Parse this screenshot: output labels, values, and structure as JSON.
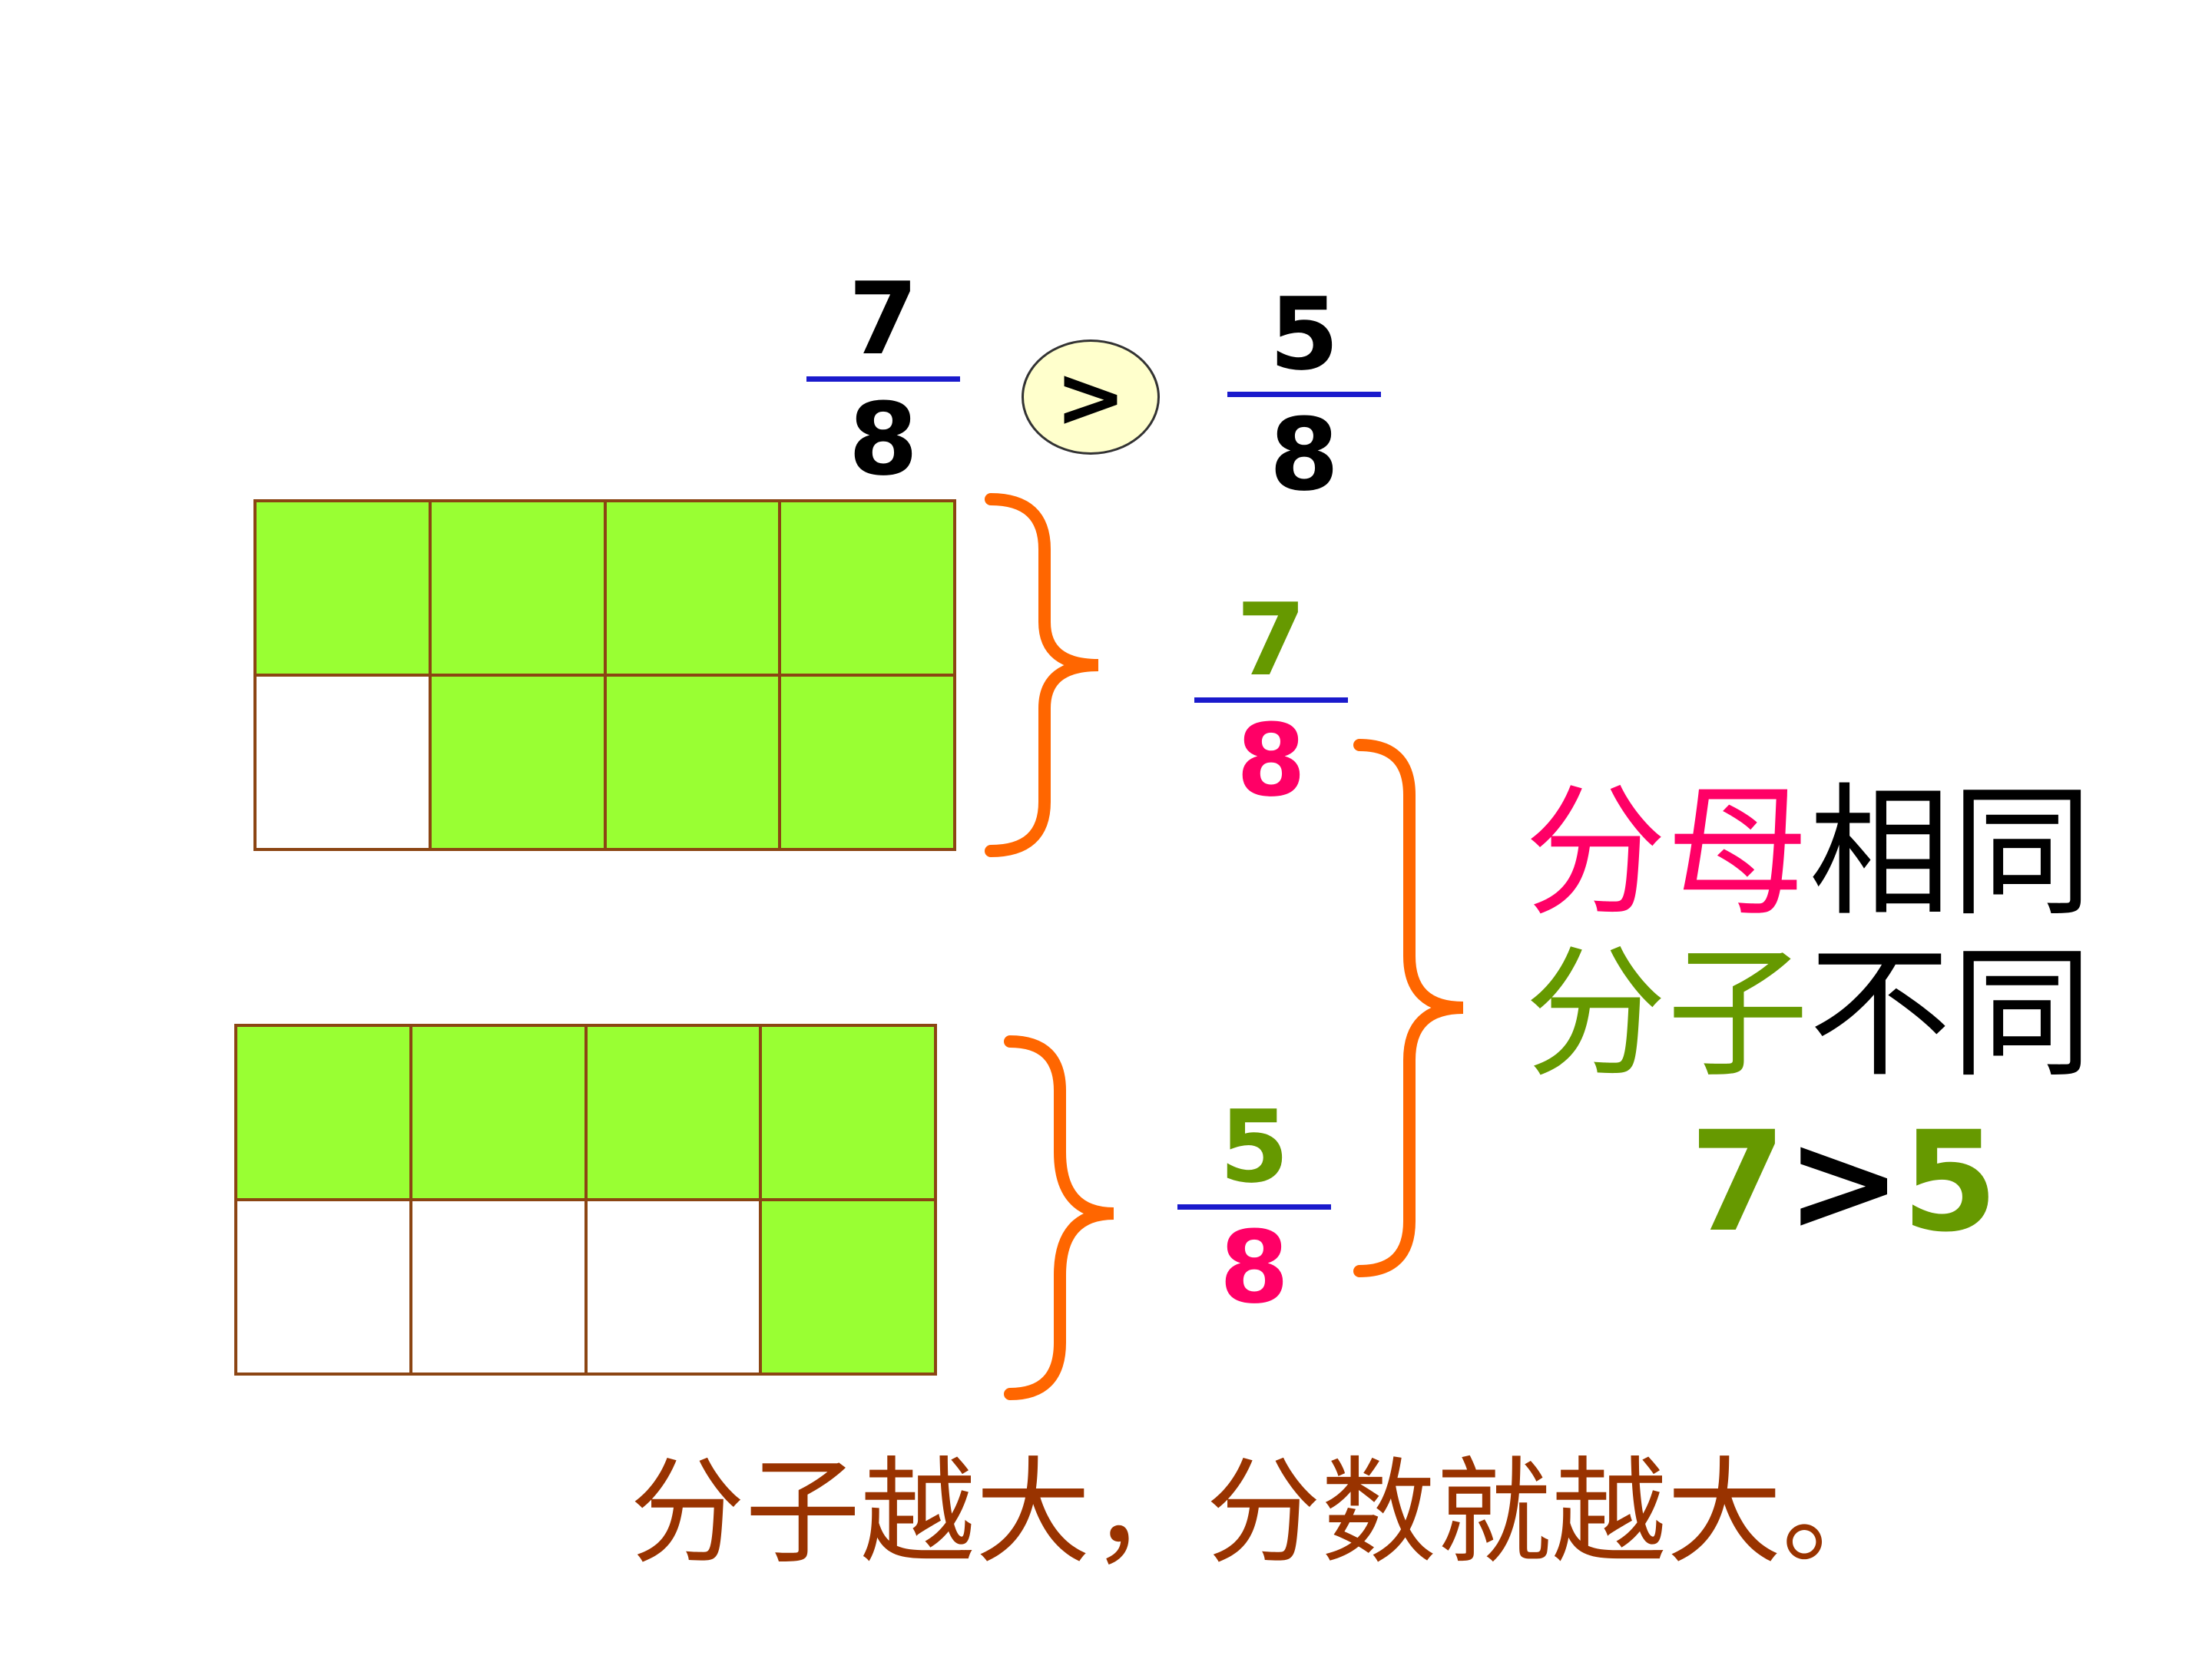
{
  "colors": {
    "numerator_green": "#669900",
    "denominator_pink": "#ff0066",
    "text_black": "#000000",
    "fraction_bar": "#1a1acc",
    "cell_fill": "#99ff33",
    "cell_border": "#8b4513",
    "brace": "#ff6600",
    "conclusion": "#993300",
    "comparison_bubble": "#ffffcc"
  },
  "top_comparison": {
    "left": {
      "numerator": "7",
      "denominator": "8"
    },
    "symbol": ">",
    "right": {
      "numerator": "5",
      "denominator": "8"
    }
  },
  "grids": [
    {
      "rows": 2,
      "cols": 4,
      "filled": [
        1,
        1,
        1,
        1,
        0,
        1,
        1,
        1
      ],
      "fraction": {
        "numerator": "7",
        "denominator": "8"
      }
    },
    {
      "rows": 2,
      "cols": 4,
      "filled": [
        1,
        1,
        1,
        1,
        0,
        0,
        0,
        1
      ],
      "fraction": {
        "numerator": "5",
        "denominator": "8"
      }
    }
  ],
  "rule": {
    "line1": {
      "highlight": "分母",
      "rest": "相同"
    },
    "line2": {
      "highlight": "分子",
      "rest": "不同"
    },
    "line3": {
      "left": "7",
      "symbol": ">",
      "right": "5"
    }
  },
  "conclusion": "分子越大，分数就越大。"
}
